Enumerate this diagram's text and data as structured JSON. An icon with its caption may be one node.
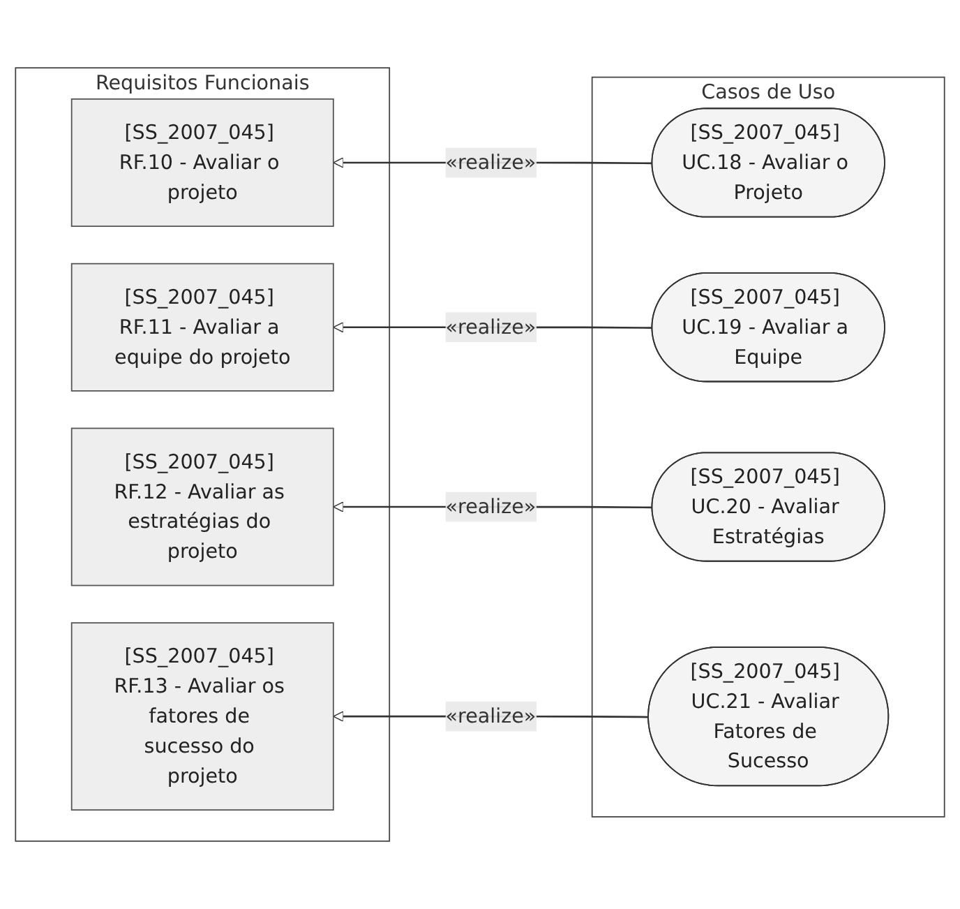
{
  "diagram": {
    "nodes": [
      {
        "text": [
          "Requisitos Funcionais"
        ]
      },
      {
        "text": [
          "Casos de Uso"
        ]
      },
      {
        "text": [
          "[SS_2007_045] RF.10 - Avaliar o projeto"
        ],
        "in": 0
      },
      {
        "text": [
          "[SS_2007_045] UC.18 - Avaliar o Projeto"
        ],
        "in": 1
      },
      {
        "text": [
          "[SS_2007_045] RF.11 - Avaliar a equipe do projeto"
        ],
        "in": 0
      },
      {
        "text": [
          "[SS_2007_045] UC.19 - Avaliar a Equipe"
        ],
        "in": 1
      },
      {
        "text": [
          "[SS_2007_045] RF.12 - Avaliar as estratégias do projeto"
        ],
        "in": 0
      },
      {
        "text": [
          "[SS_2007_045] UC.20 - Avaliar Estratégias"
        ],
        "in": 1
      },
      {
        "text": [
          "[SS_2007_045] RF.13 - Avaliar os fatores de sucesso do projeto"
        ],
        "in": 0
      },
      {
        "text": [
          "[SS_2007_045] UC.21 - Avaliar Fatores de Sucesso"
        ],
        "in": 1
      }
    ],
    "edges": [
      {
        "from": 3,
        "to": 2,
        "arrow": "to",
        "label": "«realize»"
      },
      {
        "from": 5,
        "to": 4,
        "arrow": "to",
        "label": "«realize»"
      },
      {
        "from": 7,
        "to": 6,
        "arrow": "to",
        "label": "«realize»"
      },
      {
        "from": 9,
        "to": 8,
        "arrow": "to",
        "label": "«realize»"
      }
    ]
  }
}
